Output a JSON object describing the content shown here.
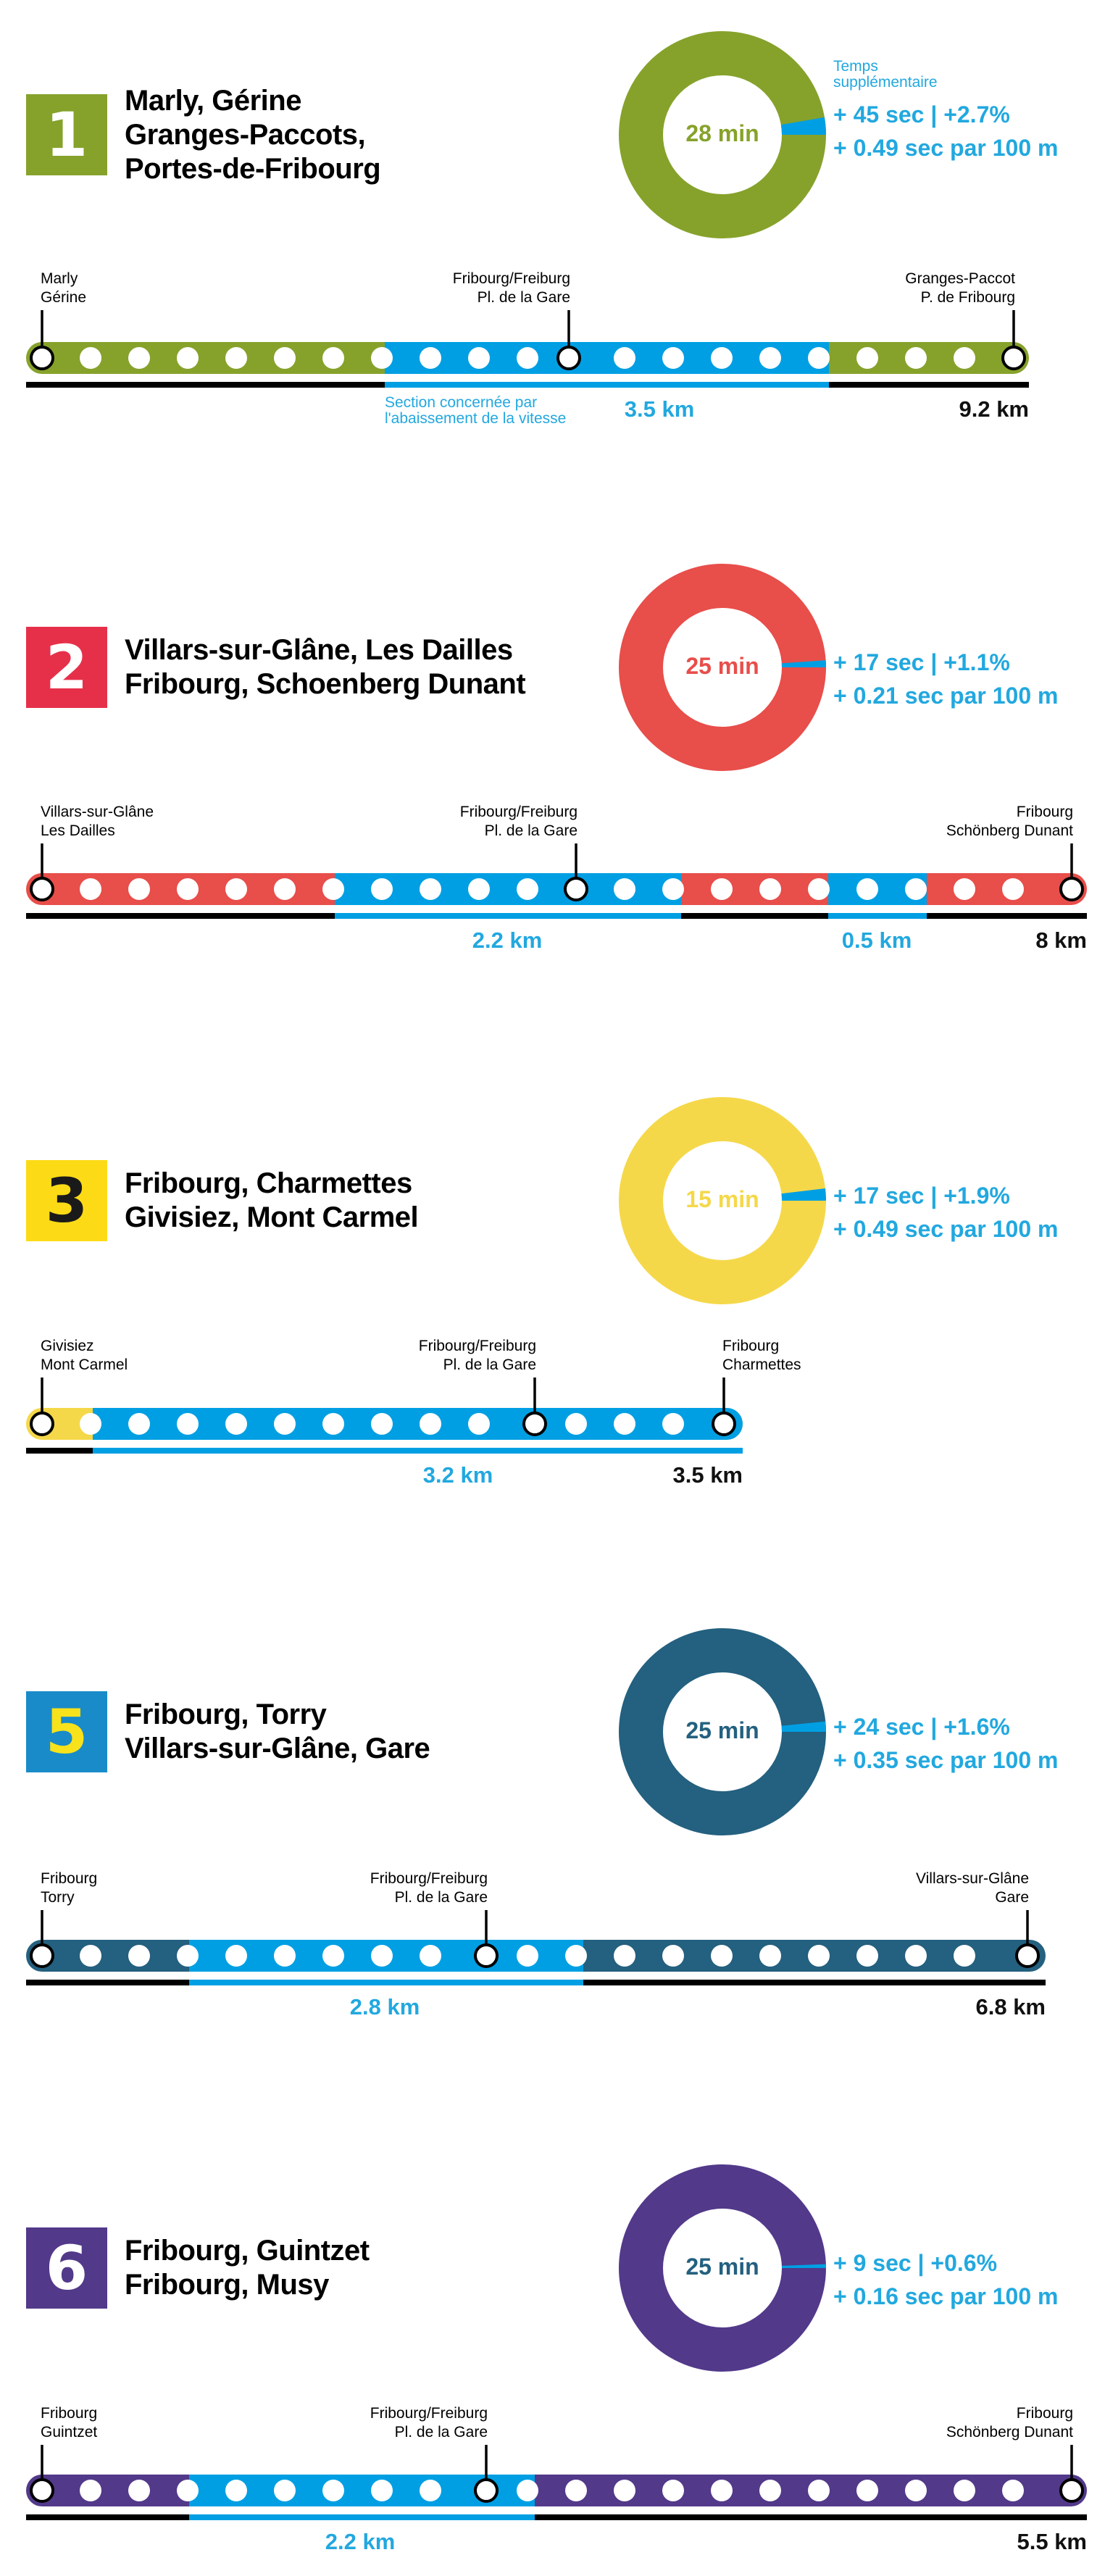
{
  "colors": {
    "accent_blue": "#009FE3",
    "stats_blue": "#22A8DF",
    "line_1": "#86A22B",
    "line_2": "#E84E4A",
    "line_3": "#F5D84A",
    "line_5": "#24607F",
    "line_6": "#52398A"
  },
  "caption_extra_time": "Temps supplémentaire",
  "caption_extra_time_lines": [
    "Temps",
    "supplémentaire"
  ],
  "section_note_lines": [
    "Section concernée par",
    "l'abaissement de la vitesse"
  ],
  "lines": [
    {
      "number": "1",
      "box_color": "#86A22B",
      "number_color": "#FFFFFF",
      "line_color": "#86A22B",
      "title_lines": [
        "Marly, Gérine",
        "Granges-Paccots,",
        "Portes-de-Fribourg"
      ],
      "travel_time": "28 min",
      "travel_time_color": "#86A22B",
      "extra_time": "+ 45 sec | +2.7%",
      "extra_per_100m": "+ 0.49 sec par 100 m",
      "extra_fraction": 0.027,
      "stops": [
        {
          "name_lines": [
            "Marly",
            "Gérine"
          ],
          "align": "left"
        },
        {
          "name_lines": [
            "Fribourg/Freiburg",
            "Pl. de la Gare"
          ],
          "align": "right"
        },
        {
          "name_lines": [
            "Granges-Paccot",
            "P. de Fribourg"
          ],
          "align": "right"
        }
      ],
      "reduced_sections_km": [
        "3.5 km"
      ],
      "total_km": "9.2 km",
      "show_section_note": true
    },
    {
      "number": "2",
      "box_color": "#E6304A",
      "number_color": "#FFFFFF",
      "line_color": "#E84E4A",
      "title_lines": [
        "Villars-sur-Glâne, Les Dailles",
        "Fribourg, Schoenberg Dunant"
      ],
      "travel_time": "25 min",
      "travel_time_color": "#E84E4A",
      "extra_time": "+ 17 sec | +1.1%",
      "extra_per_100m": "+ 0.21 sec par 100 m",
      "extra_fraction": 0.011,
      "stops": [
        {
          "name_lines": [
            "Villars-sur-Glâne",
            "Les Dailles"
          ],
          "align": "left"
        },
        {
          "name_lines": [
            "Fribourg/Freiburg",
            "Pl. de la Gare"
          ],
          "align": "right"
        },
        {
          "name_lines": [
            "Fribourg",
            "Schönberg Dunant"
          ],
          "align": "right"
        }
      ],
      "reduced_sections_km": [
        "2.2 km",
        "0.5 km"
      ],
      "total_km": "8 km",
      "show_section_note": false
    },
    {
      "number": "3",
      "box_color": "#FCDB16",
      "number_color": "#1A1A1A",
      "line_color": "#F5D84A",
      "title_lines": [
        "Fribourg, Charmettes",
        "Givisiez, Mont Carmel"
      ],
      "travel_time": "15 min",
      "travel_time_color": "#F5D84A",
      "extra_time": "+ 17 sec | +1.9%",
      "extra_per_100m": "+ 0.49 sec par 100 m",
      "extra_fraction": 0.019,
      "stops": [
        {
          "name_lines": [
            "Givisiez",
            "Mont Carmel"
          ],
          "align": "left"
        },
        {
          "name_lines": [
            "Fribourg/Freiburg",
            "Pl. de la Gare"
          ],
          "align": "right"
        },
        {
          "name_lines": [
            "Fribourg",
            "Charmettes"
          ],
          "align": "left"
        }
      ],
      "reduced_sections_km": [
        "3.2 km"
      ],
      "total_km": "3.5 km",
      "show_section_note": false
    },
    {
      "number": "5",
      "box_color": "#1A8BC9",
      "number_color": "#F8E21B",
      "line_color": "#24607F",
      "title_lines": [
        "Fribourg, Torry",
        "Villars-sur-Glâne, Gare"
      ],
      "travel_time": "25 min",
      "travel_time_color": "#24607F",
      "extra_time": "+ 24 sec | +1.6%",
      "extra_per_100m": "+ 0.35 sec par 100 m",
      "extra_fraction": 0.016,
      "stops": [
        {
          "name_lines": [
            "Fribourg",
            "Torry"
          ],
          "align": "left"
        },
        {
          "name_lines": [
            "Fribourg/Freiburg",
            "Pl. de la Gare"
          ],
          "align": "right"
        },
        {
          "name_lines": [
            "Villars-sur-Glâne",
            "Gare"
          ],
          "align": "right"
        }
      ],
      "reduced_sections_km": [
        "2.8 km"
      ],
      "total_km": "6.8 km",
      "show_section_note": false
    },
    {
      "number": "6",
      "box_color": "#52398A",
      "number_color": "#FFFFFF",
      "line_color": "#52398A",
      "title_lines": [
        "Fribourg, Guintzet",
        "Fribourg, Musy"
      ],
      "travel_time": "25 min",
      "travel_time_color": "#24607F",
      "extra_time": "+ 9 sec | +0.6%",
      "extra_per_100m": "+ 0.16 sec par 100 m",
      "extra_fraction": 0.006,
      "stops": [
        {
          "name_lines": [
            "Fribourg",
            "Guintzet"
          ],
          "align": "left"
        },
        {
          "name_lines": [
            "Fribourg/Freiburg",
            "Pl. de la Gare"
          ],
          "align": "right"
        },
        {
          "name_lines": [
            "Fribourg",
            "Schönberg Dunant"
          ],
          "align": "right"
        }
      ],
      "reduced_sections_km": [
        "2.2 km"
      ],
      "total_km": "5.5 km",
      "show_section_note": false
    }
  ]
}
